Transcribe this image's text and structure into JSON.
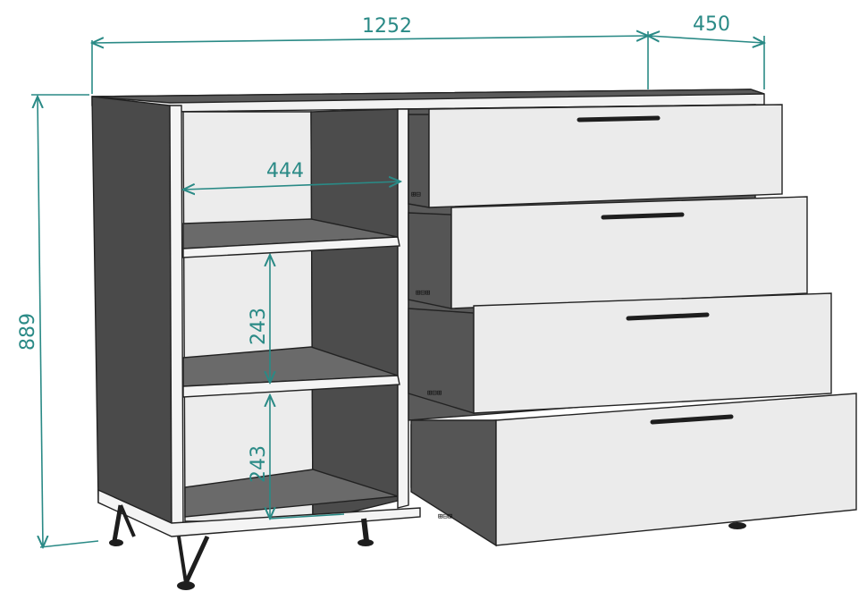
{
  "dimensions": {
    "overall_width": "1252",
    "depth": "450",
    "height": "889",
    "niche_width": "444",
    "shelf_gap_upper": "243",
    "shelf_gap_lower": "243"
  },
  "colors": {
    "dimension": "#2a8a86",
    "panel_dark": "#4a4a4a",
    "panel_mid": "#6b6b6b",
    "panel_light": "#ebebeb",
    "edge": "#222222",
    "handle": "#1e1e1e"
  }
}
